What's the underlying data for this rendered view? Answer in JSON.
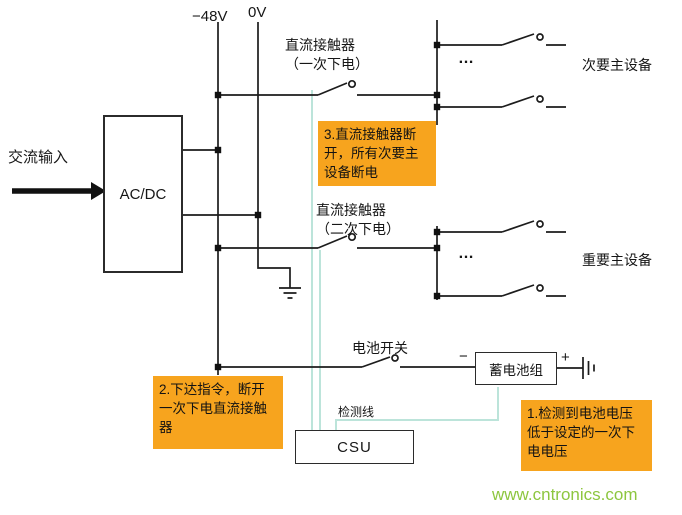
{
  "diagram": {
    "bus_neg48": "−48V",
    "bus_zero": "0V",
    "ac_input": "交流输入",
    "acdc_label": "AC/DC",
    "contactor1_name": "直流接触器",
    "contactor1_note": "（一次下电）",
    "contactor2_name": "直流接触器",
    "contactor2_note": "（二次下电）",
    "secondary_equipment": "次要主设备",
    "important_equipment": "重要主设备",
    "ellipsis": "…",
    "battery_switch": "电池开关",
    "battery_pack": "蓄电池组",
    "polarity_minus": "−",
    "polarity_plus": "+",
    "csu_label": "CSU",
    "detection_line": "检测线"
  },
  "callouts": {
    "step1": "1.检测到电池电压低于设定的一次下电电压",
    "step2": "2.下达指令，断开一次下电直流接触器",
    "step3": "3.直流接触器断开，所有次要主设备断电"
  },
  "watermark": "www.cntronics.com",
  "colors": {
    "callout_bg": "#F7A41E",
    "detection_line": "#BCE4DA",
    "watermark_green": "#8DC63F",
    "wire": "#1C1C1C"
  }
}
